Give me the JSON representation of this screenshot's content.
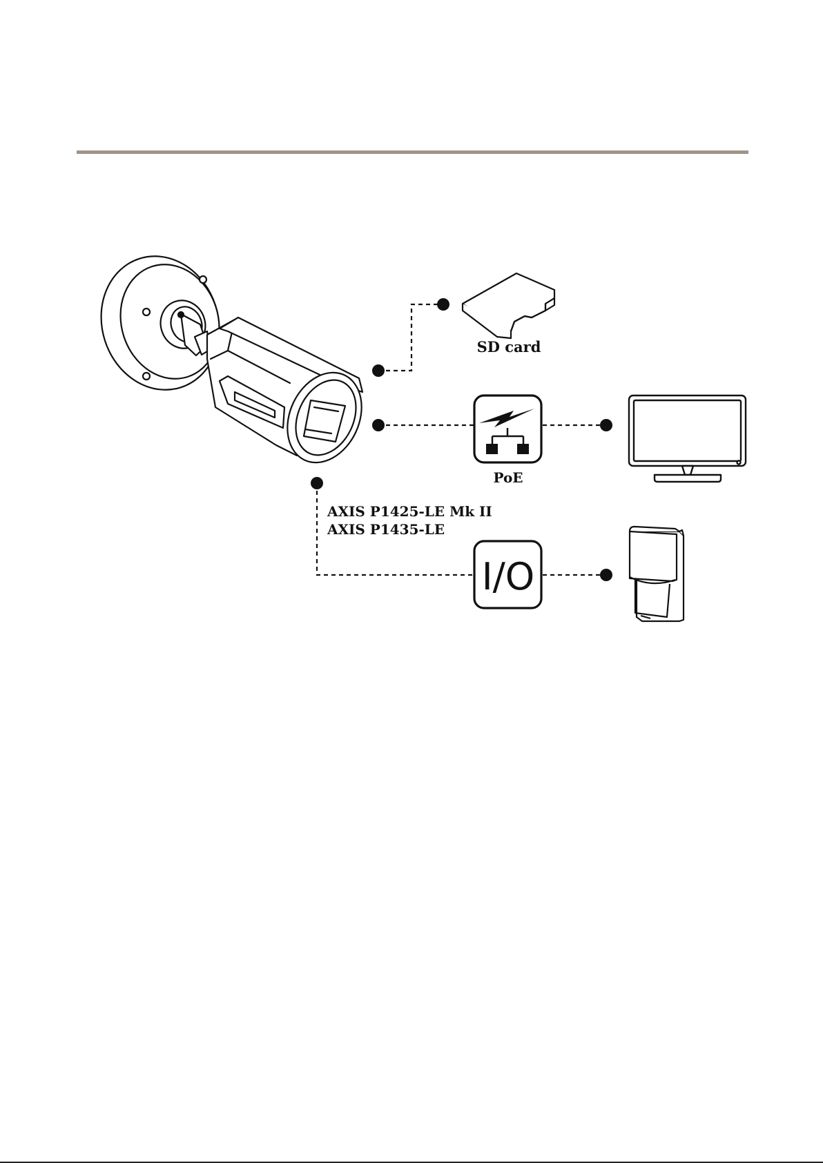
{
  "diagram": {
    "sd_card_label": "SD card",
    "poe_label": "PoE",
    "model_line_1": "AXIS P1425-LE Mk II",
    "model_line_2": "AXIS P1435-LE",
    "io_label": "I/O",
    "colors": {
      "rule": "#a09388",
      "stroke": "#111111"
    }
  }
}
